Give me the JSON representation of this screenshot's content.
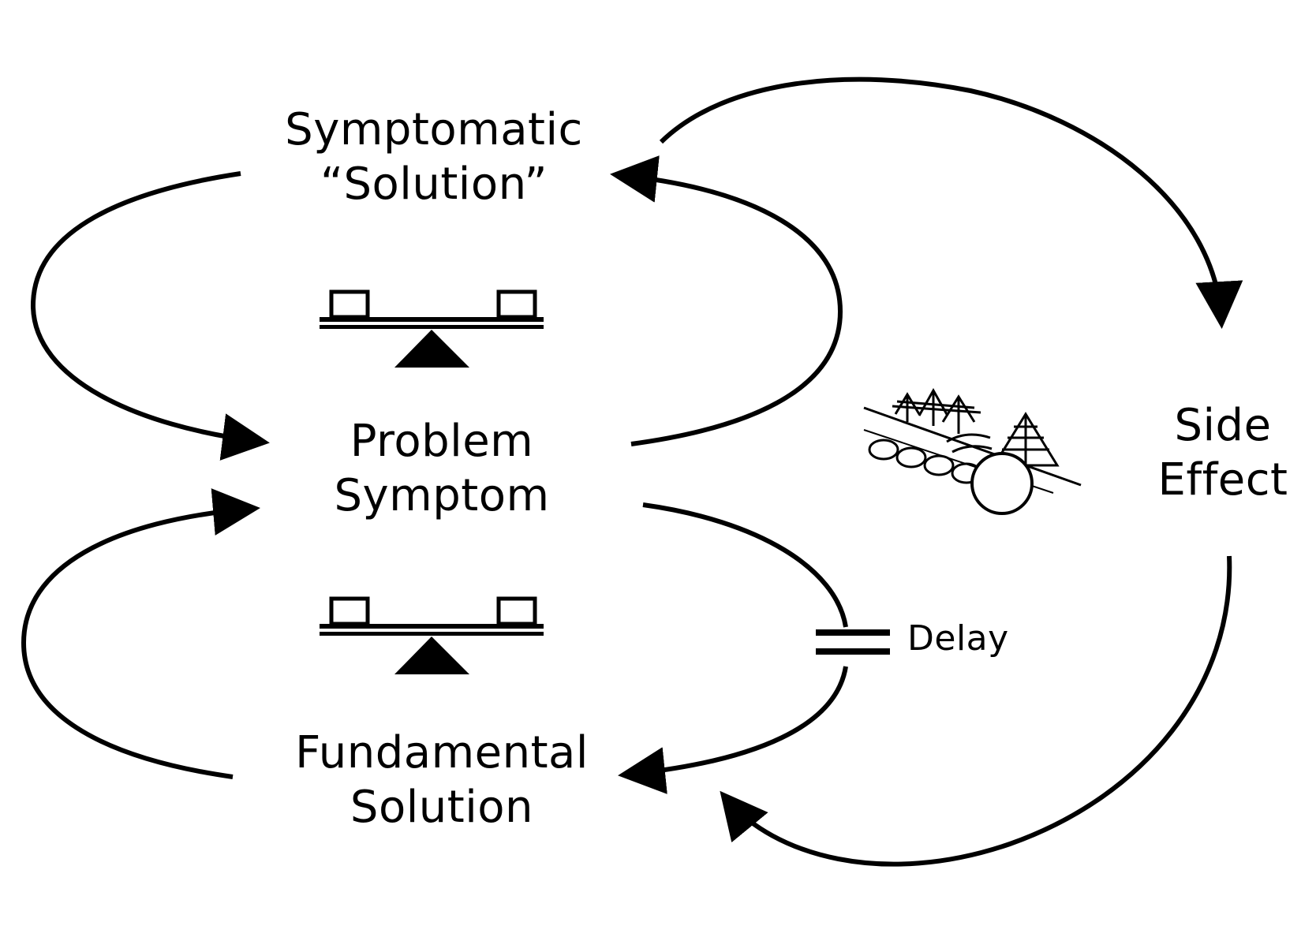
{
  "nodes": {
    "symptomatic_solution": {
      "line1": "Symptomatic",
      "line2": "“Solution”"
    },
    "problem_symptom": {
      "line1": "Problem",
      "line2": "Symptom"
    },
    "fundamental_solution": {
      "line1": "Fundamental",
      "line2": "Solution"
    },
    "side_effect": {
      "line1": "Side",
      "line2": "Effect"
    }
  },
  "delay_label": "Delay",
  "icons": {
    "upper_loop": "balance-scale-icon",
    "lower_loop": "balance-scale-icon",
    "side_effect_picture": "landscape-sketch-icon",
    "delay_mark": "delay-double-line-icon"
  },
  "colors": {
    "ink": "#000000",
    "background": "#ffffff"
  }
}
